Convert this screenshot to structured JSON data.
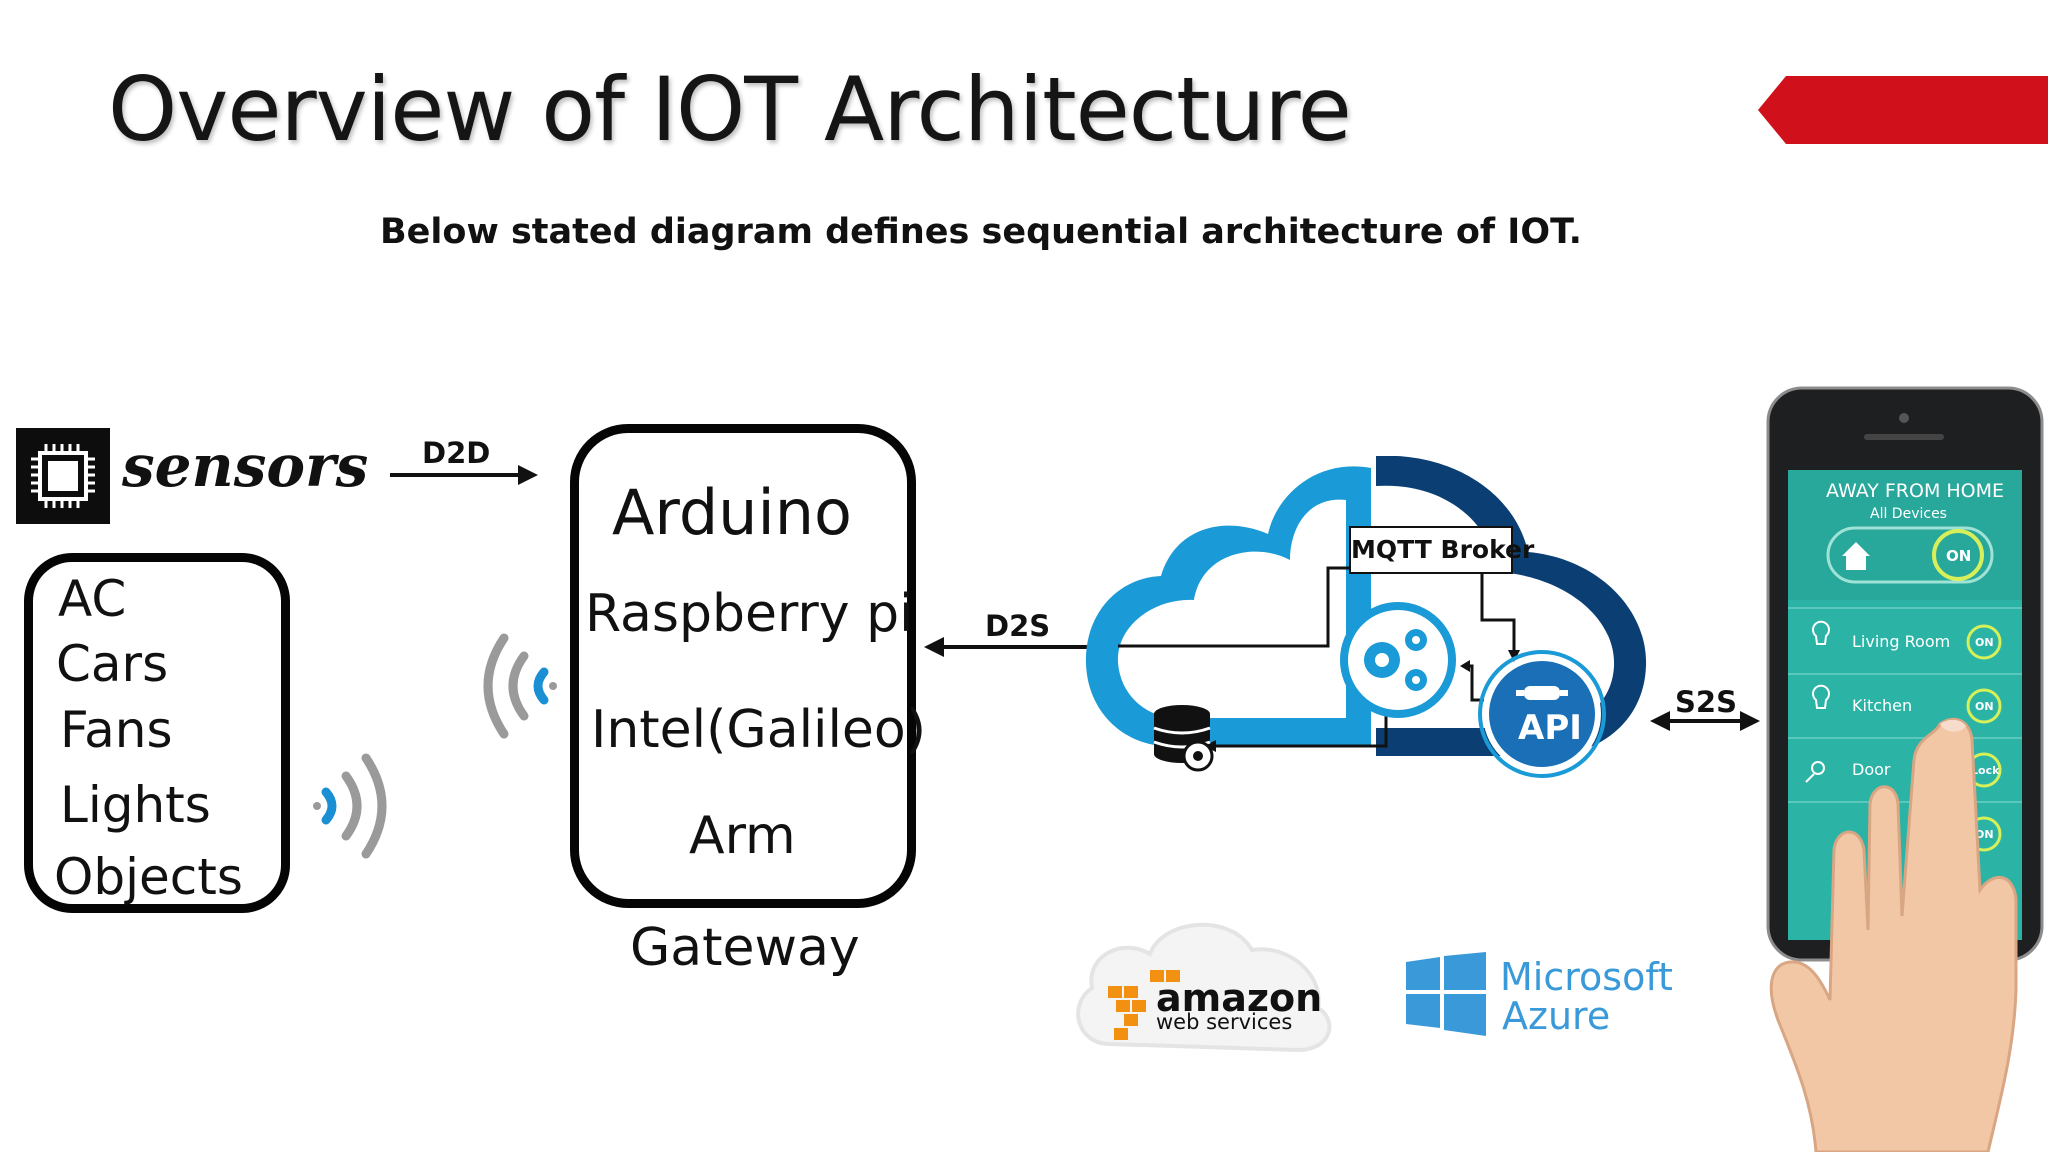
{
  "slide": {
    "title": "Overview of IOT Architecture",
    "subtitle": "Below stated diagram defines sequential architecture of IOT.",
    "accent": "#d0101b"
  },
  "sensors": {
    "label": "sensors"
  },
  "devices": [
    "AC",
    "Cars",
    "Fans",
    "Lights",
    "Objects"
  ],
  "gateway": {
    "items": [
      "Arduino",
      "Raspberry pi",
      "Intel(Galileo)",
      "Arm"
    ],
    "label": "Gateway"
  },
  "links": {
    "d2d": "D2D",
    "d2s": "D2S",
    "s2s": "S2S"
  },
  "cloud": {
    "broker": "MQTT Broker",
    "api": "API",
    "colors": {
      "light": "#1a9ad6",
      "dark": "#0b3f73"
    }
  },
  "providers": {
    "aws": {
      "name": "amazon",
      "sub": "web services"
    },
    "azure": {
      "line1": "Microsoft",
      "line2": "Azure"
    }
  },
  "phone": {
    "header": "AWAY FROM HOME",
    "subheader": "All Devices",
    "master_toggle": "ON",
    "rows": [
      {
        "label": "Living Room",
        "state": "ON"
      },
      {
        "label": "Kitchen",
        "state": "ON"
      },
      {
        "label": "Door",
        "state": "Lock"
      },
      {
        "label": "",
        "state": "ON"
      }
    ]
  }
}
